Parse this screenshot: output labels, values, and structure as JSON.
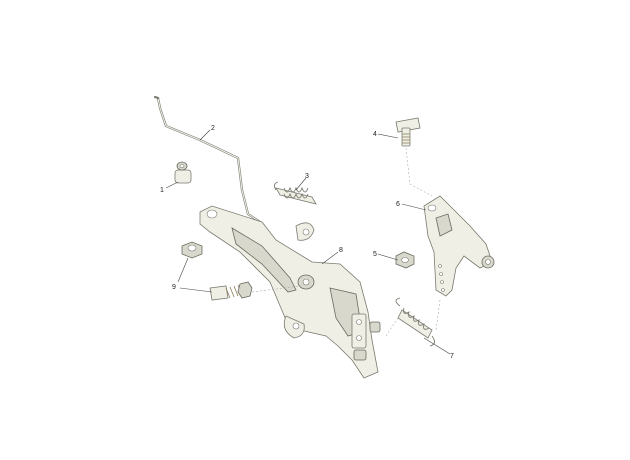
{
  "callouts": [
    {
      "label": "1"
    },
    {
      "label": "2"
    },
    {
      "label": "3"
    },
    {
      "label": "4"
    },
    {
      "label": "5"
    },
    {
      "label": "6"
    },
    {
      "label": "7"
    },
    {
      "label": "8"
    },
    {
      "label": "9"
    }
  ],
  "colors": {
    "background": "#ffffff",
    "part_fill": "#efefe6",
    "outline": "#7a7a70",
    "thread": "#8a7d55"
  }
}
